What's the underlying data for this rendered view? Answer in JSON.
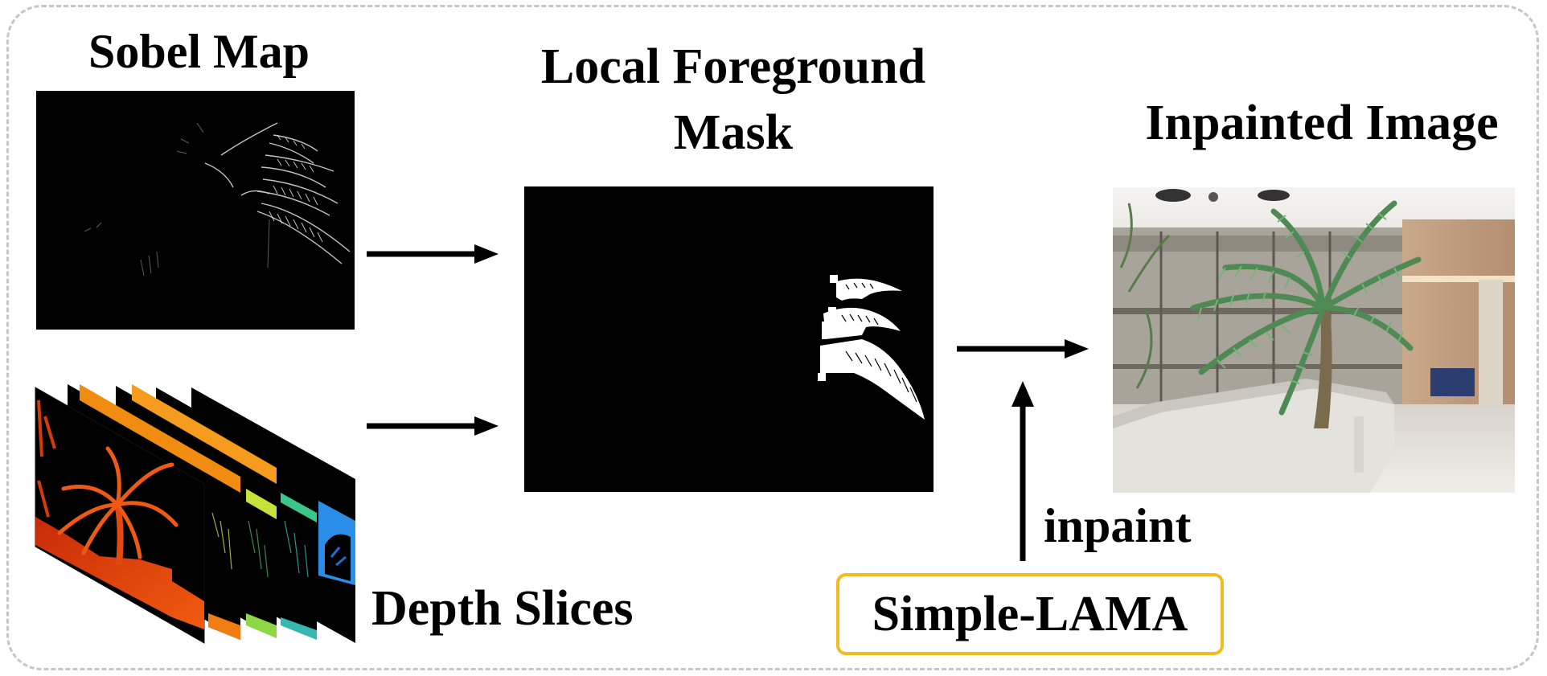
{
  "labels": {
    "sobel": "Sobel Map",
    "mask_line1": "Local Foreground",
    "mask_line2": "Mask",
    "inpainted": "Inpainted Image",
    "depth": "Depth Slices",
    "inpaint_action": "inpaint",
    "model": "Simple-LAMA"
  },
  "colors": {
    "frame": "#c6c6c6",
    "model_box_border": "#f3bc1e",
    "panel_background": "#000000",
    "arrows": "#000000"
  },
  "icons": {
    "arrow": "arrow-right-icon",
    "arrow_up": "arrow-up-icon"
  }
}
